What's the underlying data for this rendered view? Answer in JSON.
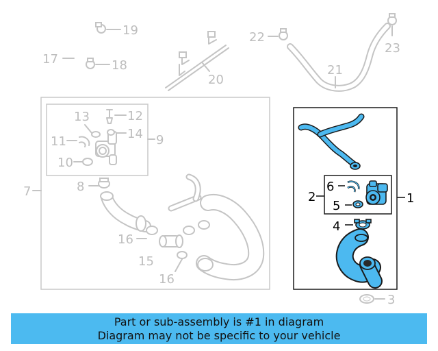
{
  "callouts": {
    "n1": "1",
    "n2": "2",
    "n3": "3",
    "n4": "4",
    "n5": "5",
    "n6": "6",
    "n7": "7",
    "n8": "8",
    "n9": "9",
    "n10": "10",
    "n11": "11",
    "n12": "12",
    "n13": "13",
    "n14": "14",
    "n15": "15",
    "n16a": "16",
    "n16b": "16",
    "n17": "17",
    "n18": "18",
    "n19": "19",
    "n20": "20",
    "n21": "21",
    "n22": "22",
    "n23": "23"
  },
  "banner": {
    "line1": "Part or sub-assembly is #1 in diagram",
    "line2": "Diagram may not be specific to your vehicle"
  },
  "colors": {
    "highlight": "#4cb9f0",
    "ghost": "#c4c4c4",
    "banner": "#4cbaf0"
  }
}
